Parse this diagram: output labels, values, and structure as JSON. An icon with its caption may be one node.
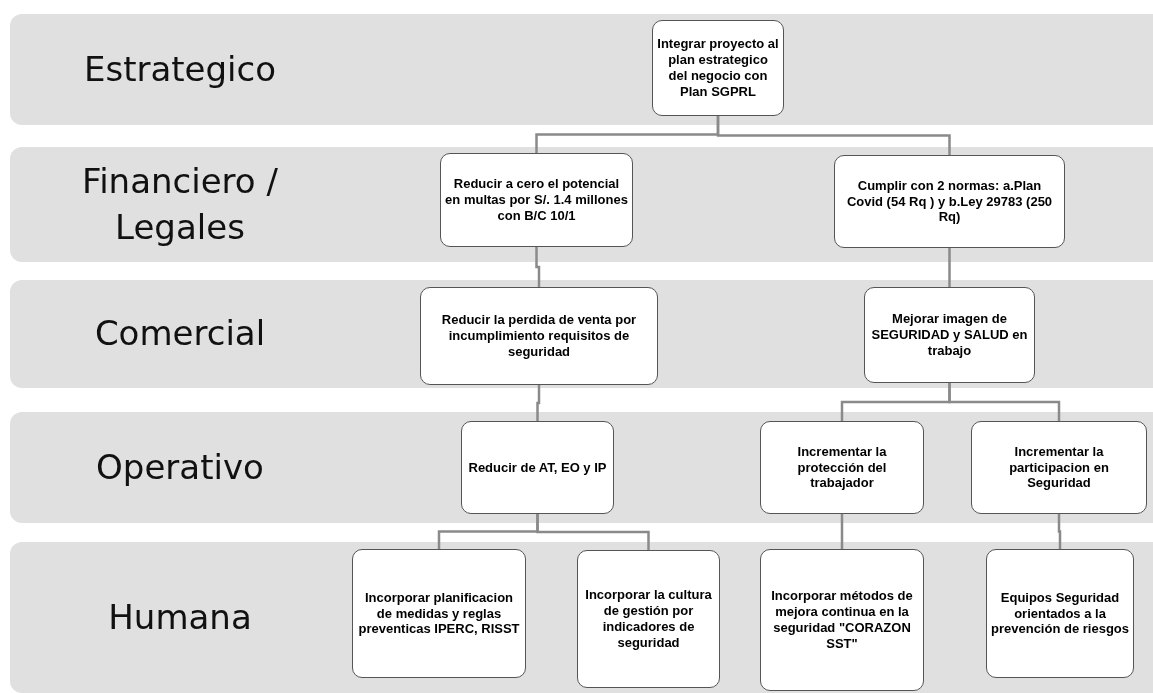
{
  "diagram": {
    "nodes": [
      {
        "text": [
          "Estrategico"
        ]
      },
      {
        "text": [
          "Integrar proyecto al plan estrategico del negocio con Plan SGPRL"
        ],
        "in": 0
      },
      {
        "text": [
          "Financiero / Legales"
        ]
      },
      {
        "text": [
          "Reducir a cero el potencial en multas por S/. 1.4 millones con B/C  10/1"
        ],
        "in": 2
      },
      {
        "text": [
          "Cumplir con 2 normas: a.Plan Covid (54 Rq ) y b.Ley 29783 (250 Rq)"
        ],
        "in": 2
      },
      {
        "text": [
          "Comercial"
        ]
      },
      {
        "text": [
          "Reducir la perdida de venta por incumplimiento requisitos de seguridad"
        ],
        "in": 5
      },
      {
        "text": [
          "Mejorar imagen de SEGURIDAD y SALUD en trabajo"
        ],
        "in": 5
      },
      {
        "text": [
          "Operativo"
        ]
      },
      {
        "text": [
          "Reducir de AT, EO y IP"
        ],
        "in": 8
      },
      {
        "text": [
          "Incrementar la protección del trabajador"
        ],
        "in": 8
      },
      {
        "text": [
          "Incrementar la participacion en Seguridad"
        ],
        "in": 8
      },
      {
        "text": [
          "Humana"
        ]
      },
      {
        "text": [
          "Incorporar planificacion de medidas y reglas preventicas IPERC, RISST"
        ],
        "in": 12
      },
      {
        "text": [
          "Incorporar la cultura de gestión por indicadores de seguridad"
        ],
        "in": 12
      },
      {
        "text": [
          "Incorporar métodos de mejora continua en la seguridad \"CORAZON SST\""
        ],
        "in": 12
      },
      {
        "text": [
          "Equipos Seguridad orientados a la prevención de riesgos"
        ],
        "in": 12
      }
    ],
    "edges": [
      {
        "from": 1,
        "to": 3,
        "arrow": "none"
      },
      {
        "from": 1,
        "to": 4,
        "arrow": "none"
      },
      {
        "from": 3,
        "to": 6,
        "arrow": "none"
      },
      {
        "from": 4,
        "to": 7,
        "arrow": "none"
      },
      {
        "from": 6,
        "to": 9,
        "arrow": "none"
      },
      {
        "from": 7,
        "to": 10,
        "arrow": "none"
      },
      {
        "from": 7,
        "to": 11,
        "arrow": "none"
      },
      {
        "from": 9,
        "to": 13,
        "arrow": "none"
      },
      {
        "from": 9,
        "to": 14,
        "arrow": "none"
      },
      {
        "from": 10,
        "to": 15,
        "arrow": "none"
      },
      {
        "from": 11,
        "to": 16,
        "arrow": "none"
      }
    ]
  }
}
